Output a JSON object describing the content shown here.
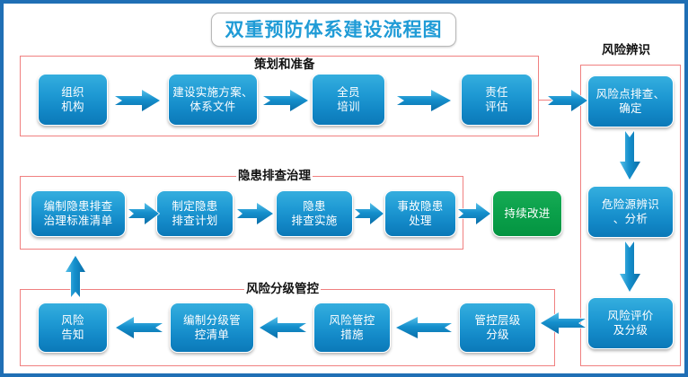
{
  "page": {
    "title": "双重预防体系建设流程图",
    "border_color": "#1f6fb5",
    "title_color": "#1f9bd6",
    "section_border_color": "#f08080",
    "node_blue": "#1f9ad4",
    "node_green": "#0ba14b",
    "arrow_color": "#1284c4"
  },
  "sections": [
    {
      "id": "planning",
      "label": "策划和准备"
    },
    {
      "id": "hazard",
      "label": "隐患排查治理"
    },
    {
      "id": "grading",
      "label": "风险分级管控"
    },
    {
      "id": "identify",
      "label": "风险辨识"
    }
  ],
  "nodes": {
    "organization": {
      "line1": "组织",
      "line2": "机构",
      "color": "blue"
    },
    "plan_documents": {
      "line1": "建设实施方案、",
      "line2": "体系文件",
      "color": "blue"
    },
    "all_staff_training": {
      "line1": "全员",
      "line2": "培训",
      "color": "blue"
    },
    "responsibility_eval": {
      "line1": "责任",
      "line2": "评估",
      "color": "blue"
    },
    "risk_point_survey": {
      "line1": "风险点排查、",
      "line2": "确定",
      "color": "blue"
    },
    "hazard_source": {
      "line1": "危险源辨识",
      "line2": "、分析",
      "color": "blue"
    },
    "risk_evaluation": {
      "line1": "风险评价",
      "line2": "及分级",
      "color": "blue"
    },
    "control_level": {
      "line1": "管控层级",
      "line2": "分级",
      "color": "blue"
    },
    "control_measures": {
      "line1": "风险管控",
      "line2": "措施",
      "color": "blue"
    },
    "grading_list": {
      "line1": "编制分级管",
      "line2": "控清单",
      "color": "blue"
    },
    "risk_notice": {
      "line1": "风险",
      "line2": "告知",
      "color": "blue"
    },
    "standard_list": {
      "line1": "编制隐患排查",
      "line2": "治理标准清单",
      "color": "blue"
    },
    "survey_plan": {
      "line1": "制定隐患",
      "line2": "排查计划",
      "color": "blue"
    },
    "survey_execute": {
      "line1": "隐患",
      "line2": "排查实施",
      "color": "blue"
    },
    "accident_handling": {
      "line1": "事故隐患",
      "line2": "处理",
      "color": "blue"
    },
    "continuous_improve": {
      "line1": "持续改进",
      "line2": "",
      "color": "green"
    }
  },
  "arrows": [
    {
      "id": "a-org-to-plan",
      "direction": "right"
    },
    {
      "id": "a-plan-to-training",
      "direction": "right"
    },
    {
      "id": "a-training-to-resp",
      "direction": "right"
    },
    {
      "id": "a-resp-to-riskpoint",
      "direction": "right"
    },
    {
      "id": "a-riskpoint-to-source",
      "direction": "down"
    },
    {
      "id": "a-source-to-eval",
      "direction": "down"
    },
    {
      "id": "a-eval-to-level",
      "direction": "left"
    },
    {
      "id": "a-level-to-measures",
      "direction": "left"
    },
    {
      "id": "a-measures-to-list",
      "direction": "left"
    },
    {
      "id": "a-list-to-notice",
      "direction": "left"
    },
    {
      "id": "a-notice-to-standard",
      "direction": "up"
    },
    {
      "id": "a-standard-to-plan2",
      "direction": "right"
    },
    {
      "id": "a-plan2-to-execute",
      "direction": "right"
    },
    {
      "id": "a-execute-to-accident",
      "direction": "right"
    },
    {
      "id": "a-accident-to-improve",
      "direction": "right"
    }
  ]
}
